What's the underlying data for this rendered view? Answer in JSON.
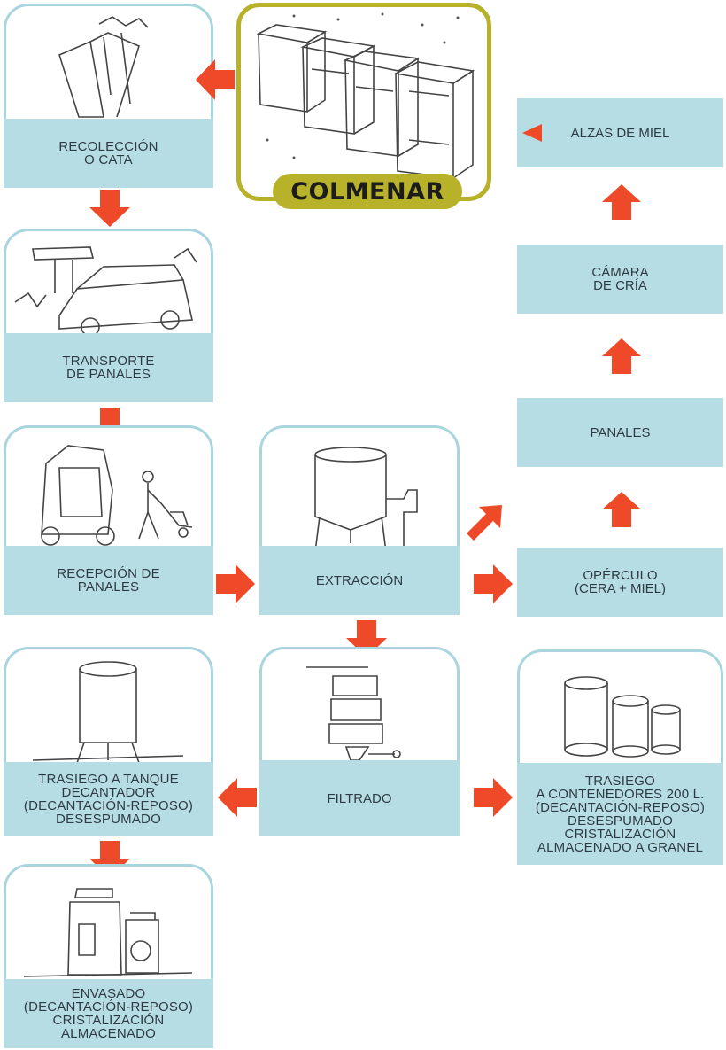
{
  "nodes": {
    "colmenar": "COLMENAR",
    "recoleccion": "RECOLECCIÓN\nO CATA",
    "transporte": "TRANSPORTE\nDE PANALES",
    "recepcion": "RECEPCIÓN DE\nPANALES",
    "extraccion": "EXTRACCIÓN",
    "operculo": "OPÉRCULO\n(CERA + MIEL)",
    "panales": "PANALES",
    "camara": "CÁMARA\nDE CRÍA",
    "alzas": "ALZAS DE MIEL",
    "filtrado": "FILTRADO",
    "trasiego_tanque": "TRASIEGO A TANQUE\nDECANTADOR\n(DECANTACIÓN-REPOSO)\nDESESPUMADO",
    "trasiego_contenedores": "TRASIEGO\nA CONTENEDORES 200 L.\n(DECANTACIÓN-REPOSO)\nDESESPUMADO\nCRISTALIZACIÓN\nALMACENADO A GRANEL",
    "envasado": "ENVASADO\n(DECANTACIÓN-REPOSO)\nCRISTALIZACIÓN\nALMACENADO"
  },
  "colors": {
    "label_fill": "#b6dde3",
    "frame_border": "#a9d6de",
    "arrow": "#ee4a2a",
    "colmenar_accent": "#b8b12a"
  },
  "icons": {
    "recoleccion": "beekeeper-smoker-sketch",
    "colmenar": "beehives-row-sketch",
    "transporte": "van-sketch",
    "recepcion": "car-and-handtruck-sketch",
    "extraccion": "honey-extractor-sketch",
    "filtrado": "filter-stack-sketch",
    "trasiego_tanque": "decanting-tank-sketch",
    "trasiego_contenedores": "barrels-sketch",
    "envasado": "jars-sketch"
  }
}
